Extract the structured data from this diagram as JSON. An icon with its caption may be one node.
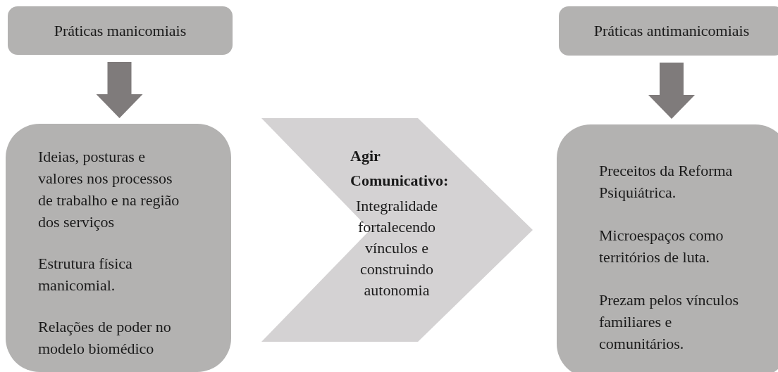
{
  "diagram": {
    "nodes": [
      {
        "text": [
          "Práticas manicomiais"
        ]
      },
      {
        "text": [
          "Ideias, posturas e valores nos processos de trabalho e na região dos serviços",
          "Estrutura física manicomial.",
          "Relações de poder no modelo biomédico"
        ]
      },
      {
        "text": [
          "Agir Comunicativo:",
          "Integralidade fortalecendo vínculos e construindo autonomia"
        ]
      },
      {
        "text": [
          "Práticas antimanicomiais"
        ]
      },
      {
        "text": [
          "Preceitos da Reforma Psiquiátrica.",
          "Microespaços como territórios de luta.",
          "Prezam pelos vínculos familiares e comunitários."
        ]
      }
    ],
    "edges": [
      {
        "from": 0,
        "to": 1,
        "arrow": "to"
      },
      {
        "from": 3,
        "to": 4,
        "arrow": "to"
      }
    ]
  }
}
